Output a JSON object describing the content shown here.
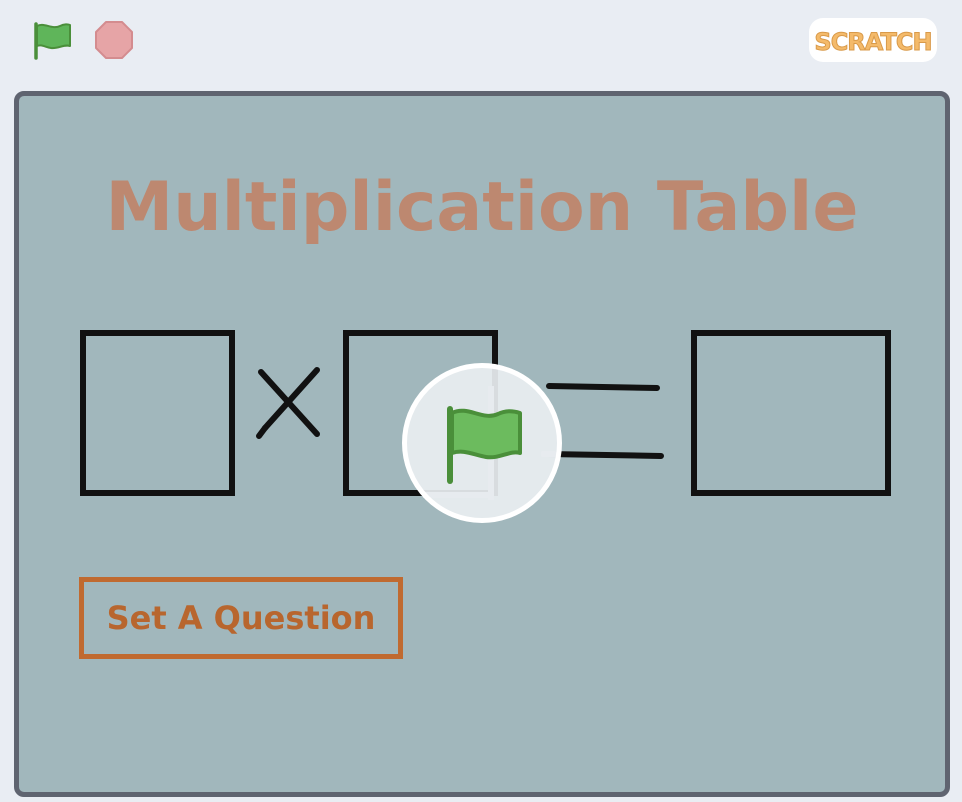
{
  "toolbar": {
    "green_flag_icon": "green-flag-icon",
    "stop_icon": "stop-icon",
    "logo_text": "SCRATCH"
  },
  "stage": {
    "title": "Multiplication Table",
    "button_label": "Set A Question",
    "overlay_icon": "green-flag-icon"
  },
  "colors": {
    "stage_bg": "#a1b7bc",
    "title": "#bd8870",
    "button_border": "#c06a30",
    "flag_green": "#5cb85c",
    "stop_red": "#e6a4a6"
  }
}
